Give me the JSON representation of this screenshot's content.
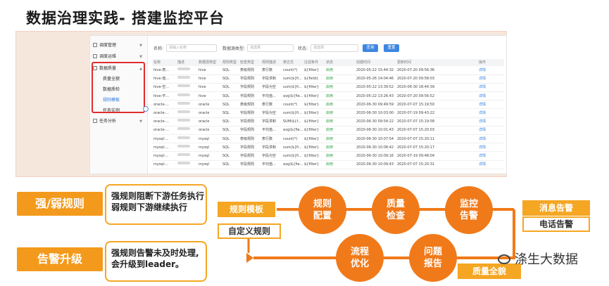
{
  "title": "数据治理实践- 搭建监控平台",
  "sidebar": {
    "items": [
      {
        "label": "调度管理"
      },
      {
        "label": "调度运维"
      },
      {
        "label": "数据质量"
      },
      {
        "label": "任务分析"
      }
    ],
    "sub_items": [
      {
        "label": "质量全貌"
      },
      {
        "label": "数据质检"
      },
      {
        "label": "规则模板"
      },
      {
        "label": "任务实例"
      }
    ]
  },
  "filters": {
    "name_label": "名称:",
    "name_placeholder": "请输入名称",
    "db_type_label": "数据源类型:",
    "db_type_placeholder": "请选择",
    "state_label": "状态:",
    "state_placeholder": "请选择",
    "query_button": "查询",
    "reset_button": "重置"
  },
  "table": {
    "headers": [
      "名称",
      "描述",
      "数据源类型",
      "规则类型",
      "检查类型",
      "规则描述",
      "表达式",
      "过滤条件",
      "状态",
      "创建时间",
      "更新时间",
      "操作"
    ],
    "rows": [
      [
        "hive-表...",
        "hive",
        "SQL",
        "表级规则",
        "表行数",
        "count(*)",
        "${filter}",
        "启用",
        "2020-05-22 15:44:32",
        "2020-07-20 09:56:36",
        "详情"
      ],
      [
        "hive-值...",
        "hive",
        "SQL",
        "字段规则",
        "字段求和",
        "sum(${fi...",
        "${field}",
        "启用",
        "2020-05-26 14:04:46",
        "2020-07-20 09:58:03",
        "详情"
      ],
      [
        "hive-空...",
        "hive",
        "SQL",
        "字段规则",
        "字段为空",
        "sum(${fi...",
        "${filter}",
        "启用",
        "2020-05-22 13:39:52",
        "2020-06-30 18:44:39",
        "详情"
      ],
      [
        "hive-平...",
        "hive",
        "SQL",
        "字段规则",
        "平均值...",
        "avg(${fie...",
        "${filter}",
        "启用",
        "2020-05-22 13:26:43",
        "2020-07-20 09:56:52",
        "详情"
      ],
      [
        "oracle-...",
        "oracle",
        "SQL",
        "表级规则",
        "表行数",
        "count(*)",
        "${filter}",
        "启用",
        "2020-06-30 09:49:59",
        "2020-07-07 15:19:50",
        "详情"
      ],
      [
        "oracle-...",
        "oracle",
        "SQL",
        "字段规则",
        "字段为空",
        "sum(${fi...",
        "${filter}",
        "启用",
        "2020-06-30 10:03:00",
        "2020-07-19 09:43:22",
        "详情"
      ],
      [
        "oracle-...",
        "oracle",
        "SQL",
        "字段规则",
        "字段求和",
        "SUM(${f...",
        "${filter}",
        "启用",
        "2020-06-30 09:54:22",
        "2020-07-07 15:19:58",
        "详情"
      ],
      [
        "oracle-...",
        "oracle",
        "SQL",
        "字段规则",
        "平均值...",
        "avg(${fie...",
        "${filter}",
        "启用",
        "2020-06-30 10:01:43",
        "2020-07-07 15:20:03",
        "详情"
      ],
      [
        "mysql-...",
        "mysql",
        "SQL",
        "表级规则",
        "表行数",
        "count(*)",
        "${filter}",
        "启用",
        "2020-06-30 10:07:54",
        "2020-07-07 15:20:11",
        "详情"
      ],
      [
        "mysql-...",
        "mysql",
        "SQL",
        "字段规则",
        "字段求和",
        "sum(${fi...",
        "${filter}",
        "启用",
        "2020-06-30 10:08:42",
        "2020-07-07 15:20:17",
        "详情"
      ],
      [
        "mysql-...",
        "mysql",
        "SQL",
        "字段规则",
        "字段为空",
        "sum(${fi...",
        "${filter}",
        "启用",
        "2020-06-30 10:09:16",
        "2020-07-19 09:48:04",
        "详情"
      ],
      [
        "mysql-...",
        "mysql",
        "SQL",
        "字段规则",
        "平均值...",
        "avg(${fie...",
        "${filter}",
        "启用",
        "2020-06-30 10:09:43",
        "2020-07-07 15:20:31",
        "详情"
      ]
    ]
  },
  "tags": {
    "strong_weak": "强/弱规则",
    "alert_upgrade": "告警升级"
  },
  "notes": {
    "strong_weak_line1": "强规则阻断下游任务执行",
    "strong_weak_line2": "弱规则下游继续执行",
    "alert_line1": "强规则告警未及时处理,",
    "alert_line2": "会升级到leader。"
  },
  "flow": {
    "rule_template": "规则模板",
    "custom_rule": "自定义规则",
    "rule_config": [
      "规则",
      "配置"
    ],
    "quality_check": [
      "质量",
      "检查"
    ],
    "monitor_alert": [
      "监控",
      "告警"
    ],
    "msg_alert": "消息告警",
    "phone_alert": "电话告警",
    "flow_optimize": [
      "流程",
      "优化"
    ],
    "problem_report": [
      "问题",
      "报告"
    ],
    "quality_overview": "质量全貌"
  },
  "watermark": "涤生大数据",
  "colors": {
    "accent_orange": "#f07a1a",
    "box_orange": "#f5a623",
    "highlight_red": "#e02d2d",
    "link_blue": "#2f7de1"
  }
}
